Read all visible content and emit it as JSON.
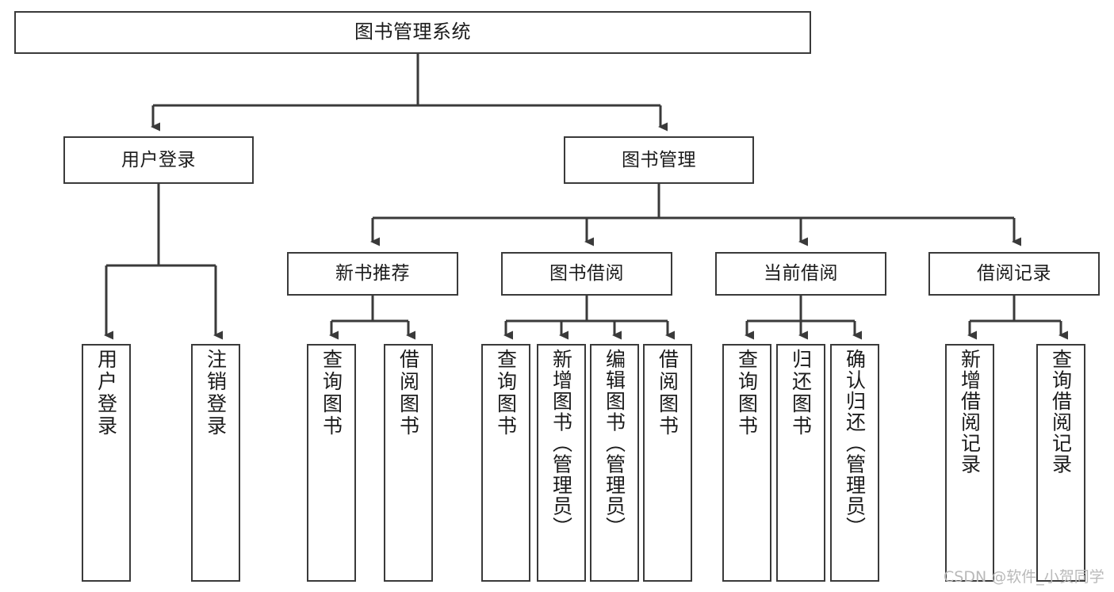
{
  "diagram": {
    "title": "图书管理系统",
    "type": "tree-hierarchy",
    "root": {
      "id": "root",
      "label": "图书管理系统"
    },
    "level1": [
      {
        "id": "user-login",
        "label": "用户登录"
      },
      {
        "id": "book-mgmt",
        "label": "图书管理"
      }
    ],
    "level2": [
      {
        "id": "new-book-rec",
        "label": "新书推荐",
        "parent": "book-mgmt"
      },
      {
        "id": "book-borrow",
        "label": "图书借阅",
        "parent": "book-mgmt"
      },
      {
        "id": "current-borrow",
        "label": "当前借阅",
        "parent": "book-mgmt"
      },
      {
        "id": "borrow-record",
        "label": "借阅记录",
        "parent": "book-mgmt"
      }
    ],
    "leaves": [
      {
        "id": "leaf-user-login",
        "label": "用户登录",
        "parent": "user-login"
      },
      {
        "id": "leaf-logout",
        "label": "注销登录",
        "parent": "user-login"
      },
      {
        "id": "leaf-query-book-rec",
        "label": "查询图书",
        "parent": "new-book-rec"
      },
      {
        "id": "leaf-borrow-book-rec",
        "label": "借阅图书",
        "parent": "new-book-rec"
      },
      {
        "id": "leaf-query-book-borrow",
        "label": "查询图书",
        "parent": "book-borrow"
      },
      {
        "id": "leaf-add-book",
        "label": "新增图书（管理员）",
        "parent": "book-borrow"
      },
      {
        "id": "leaf-edit-book",
        "label": "编辑图书（管理员）",
        "parent": "book-borrow"
      },
      {
        "id": "leaf-borrow-book",
        "label": "借阅图书",
        "parent": "book-borrow"
      },
      {
        "id": "leaf-query-book-cur",
        "label": "查询图书",
        "parent": "current-borrow"
      },
      {
        "id": "leaf-return-book",
        "label": "归还图书",
        "parent": "current-borrow"
      },
      {
        "id": "leaf-confirm-return",
        "label": "确认归还（管理员）",
        "parent": "current-borrow"
      },
      {
        "id": "leaf-add-record",
        "label": "新增借阅记录",
        "parent": "borrow-record"
      },
      {
        "id": "leaf-query-record",
        "label": "查询借阅记录",
        "parent": "borrow-record"
      }
    ]
  },
  "watermark": {
    "text": "CSDN @软件_小贺同学"
  },
  "colors": {
    "border": "#3a3a3a",
    "text": "#1b1b1b",
    "background": "#ffffff",
    "watermark": "#b9b9b9"
  }
}
